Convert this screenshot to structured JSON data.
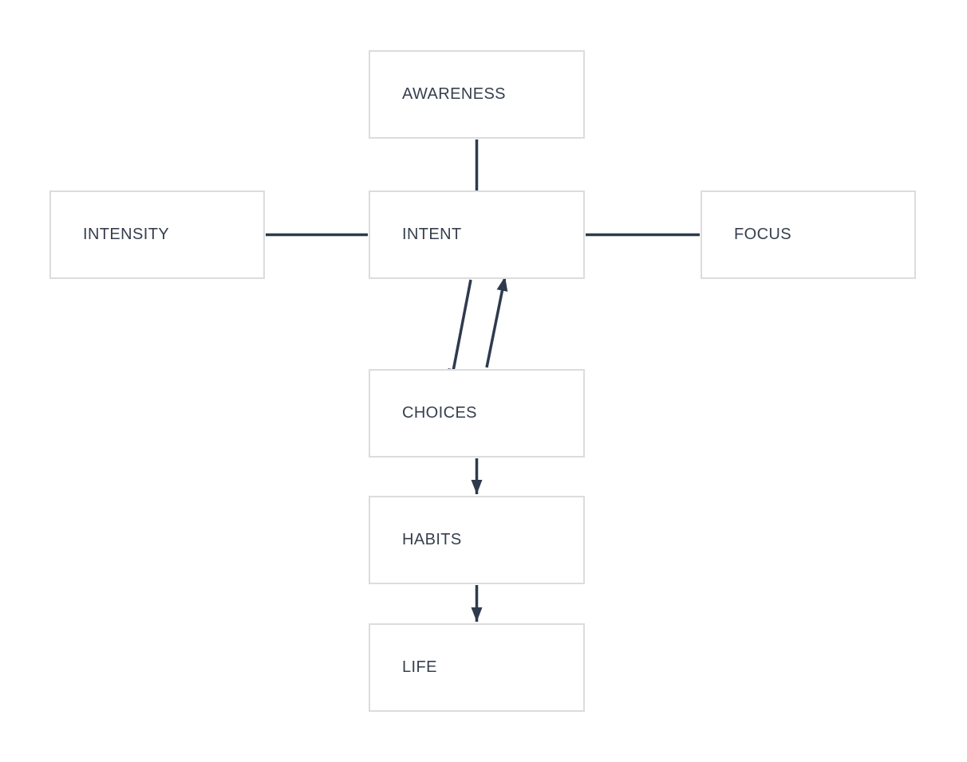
{
  "diagram": {
    "nodes": [
      {
        "id": "awareness",
        "label": "AWARENESS"
      },
      {
        "id": "intensity",
        "label": "INTENSITY"
      },
      {
        "id": "intent",
        "label": "INTENT"
      },
      {
        "id": "focus",
        "label": "FOCUS"
      },
      {
        "id": "choices",
        "label": "CHOICES"
      },
      {
        "id": "habits",
        "label": "HABITS"
      },
      {
        "id": "life",
        "label": "LIFE"
      }
    ],
    "edges": [
      {
        "from": "awareness",
        "to": "intent",
        "style": "arrow"
      },
      {
        "from": "intensity",
        "to": "intent",
        "style": "line"
      },
      {
        "from": "intent",
        "to": "focus",
        "style": "line"
      },
      {
        "from": "intent",
        "to": "choices",
        "style": "arrow"
      },
      {
        "from": "choices",
        "to": "intent",
        "style": "arrow"
      },
      {
        "from": "choices",
        "to": "habits",
        "style": "arrow"
      },
      {
        "from": "habits",
        "to": "life",
        "style": "arrow"
      }
    ],
    "colors": {
      "canvas_bg": "#ffffff",
      "node_bg": "#ffffff",
      "node_border": "#dcdcdc",
      "text": "#36404e",
      "connector": "#2f3a4d"
    }
  }
}
